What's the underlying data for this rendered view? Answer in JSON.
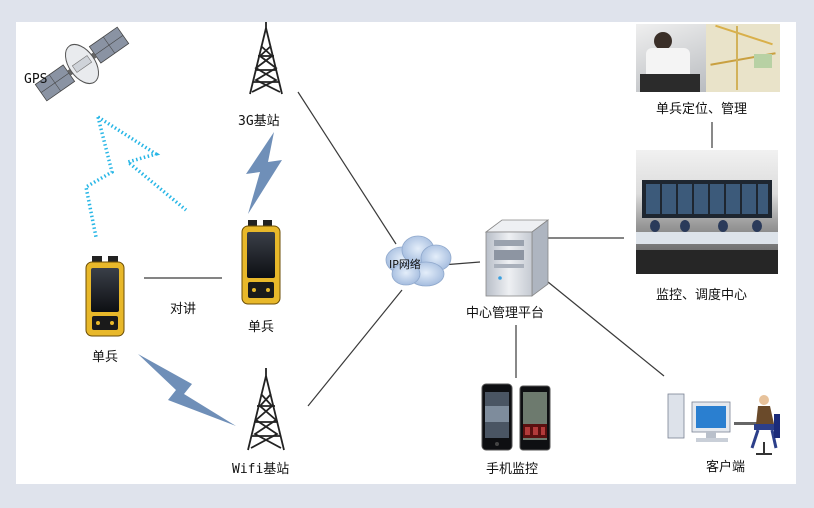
{
  "nodes": {
    "gps": "GPS",
    "base_3g": "3G基站",
    "base_wifi": "Wifi基站",
    "soldier_left": "单兵",
    "soldier_mid": "单兵",
    "intercom": "对讲",
    "ip_network": "IP网络",
    "center_platform": "中心管理平台",
    "locate_manage": "单兵定位、管理",
    "monitor_center": "监控、调度中心",
    "phone_monitor": "手机监控",
    "client": "客户端"
  },
  "colors": {
    "line": "#3a3a3a",
    "signal_cyan": "#27b6e6",
    "signal_steel": "#6f8fb8",
    "cloud": "#b8cce8",
    "device_yellow": "#e8b82a",
    "tower": "#222222",
    "server": "#d9dde3"
  },
  "icons": [
    "satellite-icon",
    "tower-icon",
    "walkie-device-icon",
    "cloud-icon",
    "server-icon",
    "phone-icon",
    "computer-icon",
    "operator-icon"
  ]
}
